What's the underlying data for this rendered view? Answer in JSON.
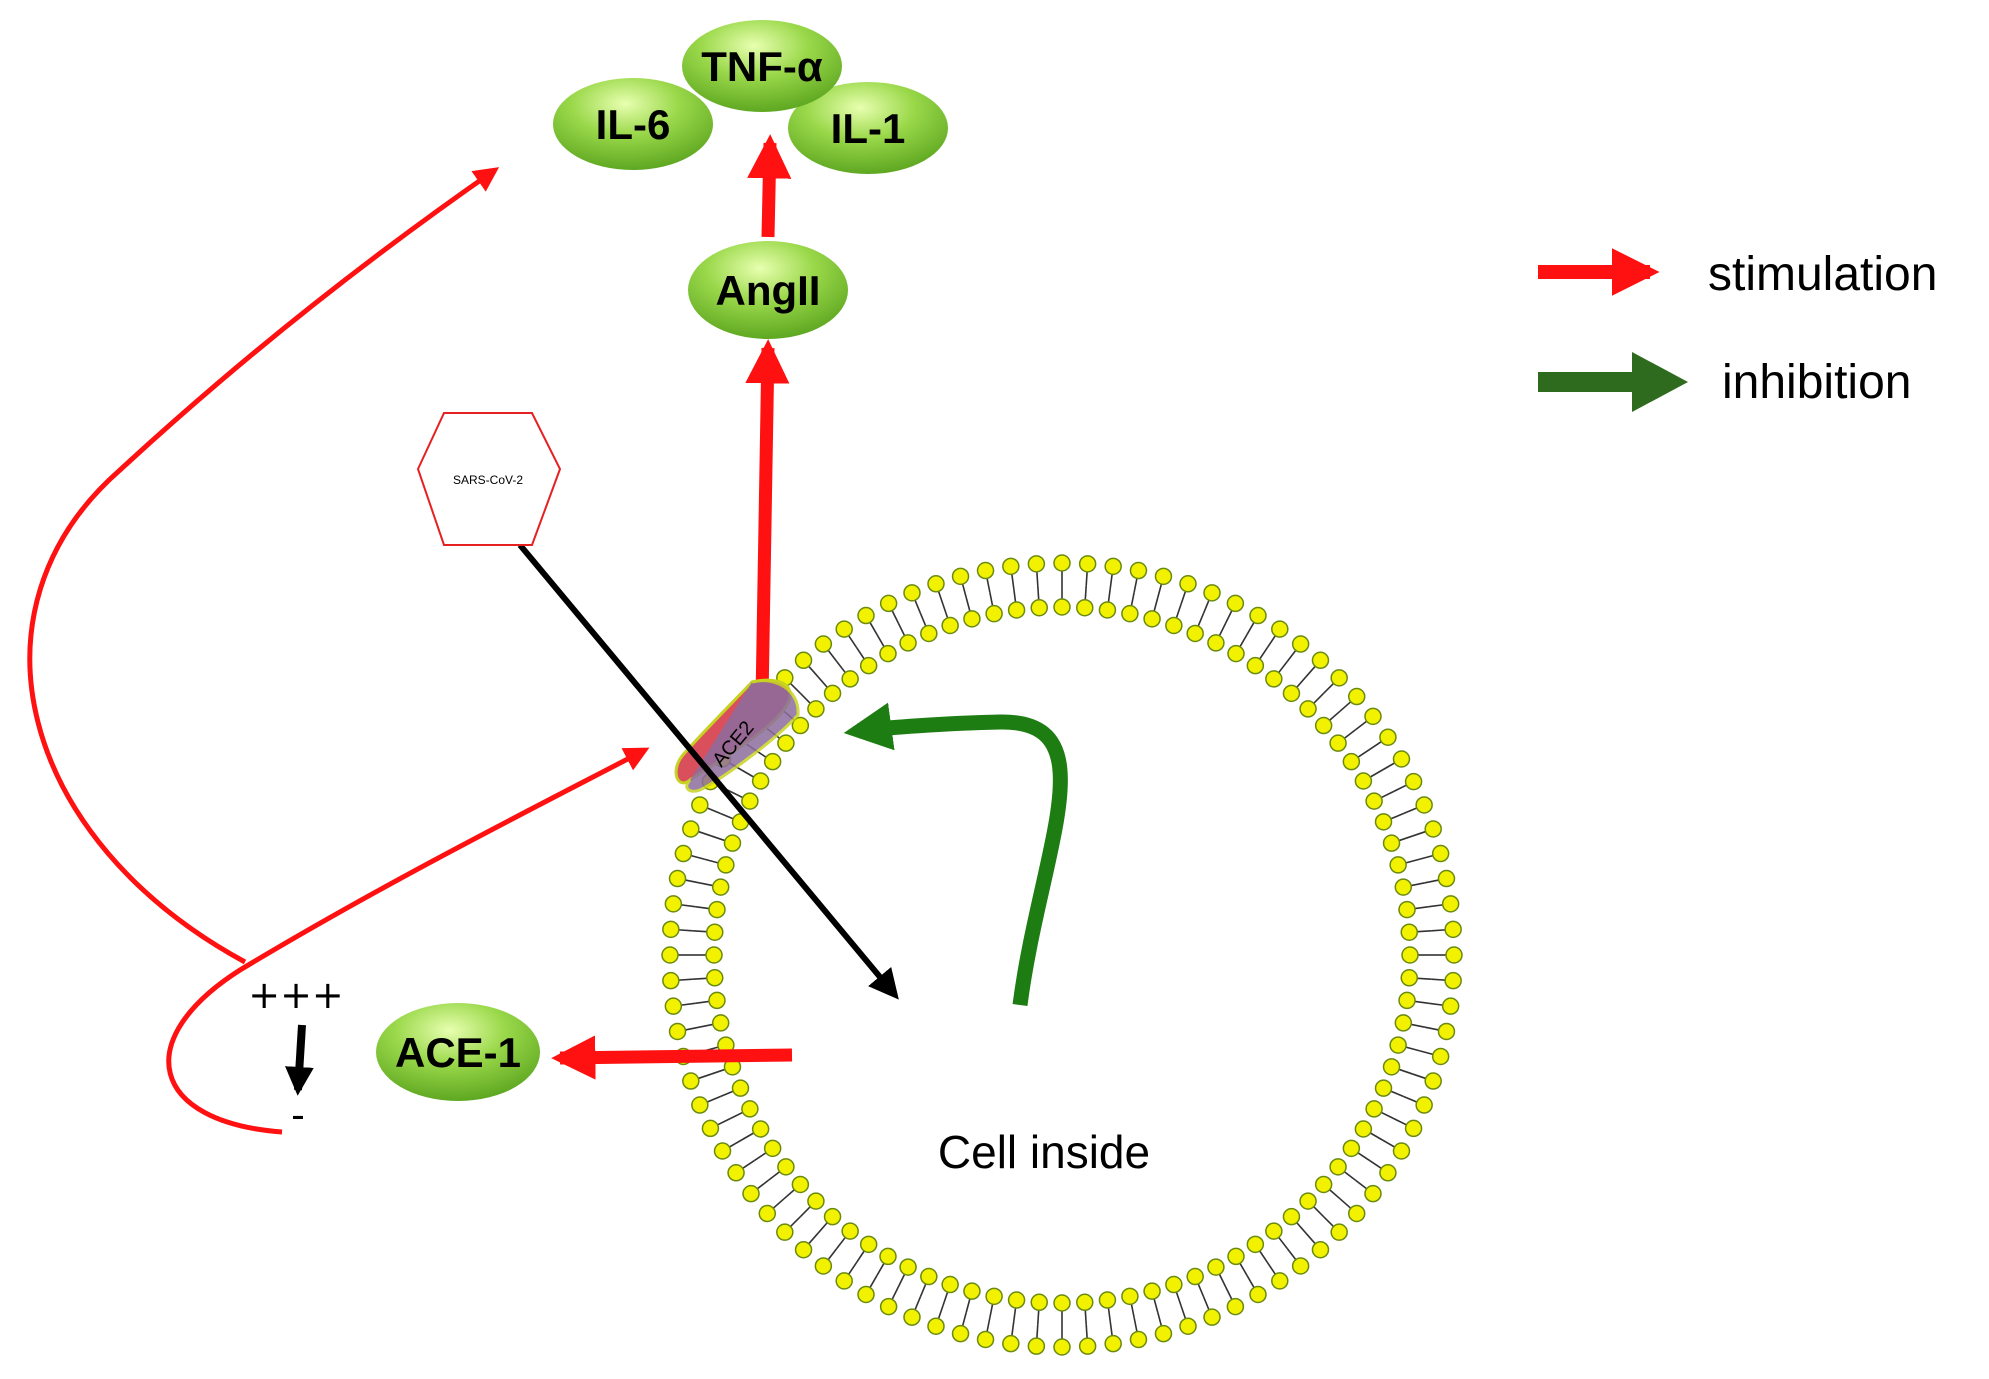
{
  "nodes": {
    "tnf": "TNF-α",
    "il6": "IL-6",
    "il1": "IL-1",
    "angii": "AngII",
    "ace1": "ACE-1",
    "ace2": "ACE2",
    "virus": "SARS-CoV-2"
  },
  "cell": {
    "label": "Cell inside"
  },
  "feedback": {
    "plus": "+++",
    "minus": "-"
  },
  "legend": [
    {
      "label": "stimulation",
      "color": "#ff1111"
    },
    {
      "label": "inhibition",
      "color": "#2e6b1e"
    }
  ],
  "colors": {
    "stimulation": "#ff1111",
    "inhibition": "#1e7d12",
    "entry": "#000000",
    "node_fill_light": "#c8f07a",
    "node_fill_dark": "#6db82a",
    "lipid_head": "#f2f200",
    "lipid_head_stroke": "#6a8a10",
    "ace2_fill": "#d94f5c",
    "virus_stroke": "#e62020"
  }
}
